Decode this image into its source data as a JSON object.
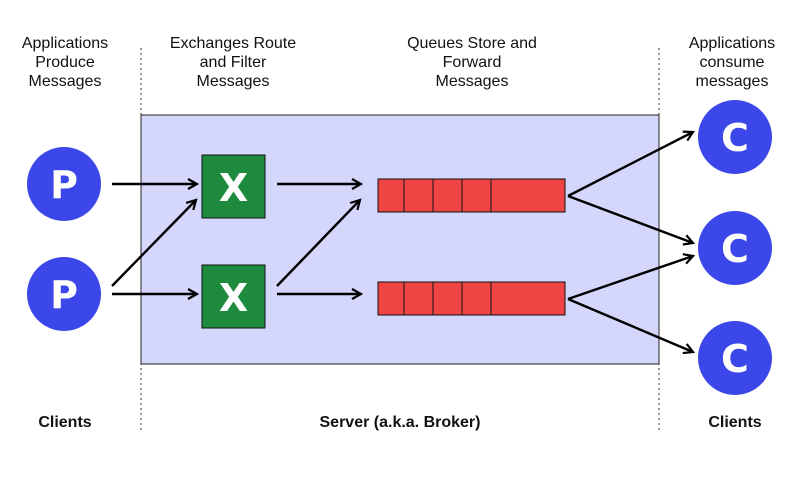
{
  "headers": {
    "producers": "Applications\nProduce\nMessages",
    "exchanges": "Exchanges Route\nand Filter\nMessages",
    "queues": "Queues Store and\nForward\nMessages",
    "consumers": "Applications\nconsume\nmessages"
  },
  "footers": {
    "clients_left": "Clients",
    "server": "Server (a.k.a. Broker)",
    "clients_right": "Clients"
  },
  "nodes": {
    "producer_label": "P",
    "exchange_label": "X",
    "consumer_label": "C"
  },
  "colors": {
    "server_fill": "#d4d6fc",
    "producer_consumer_circle": "#3b47e8",
    "exchange_box": "#1e8a3e",
    "queue_cell": "#ef4444",
    "arrow": "#000000"
  }
}
